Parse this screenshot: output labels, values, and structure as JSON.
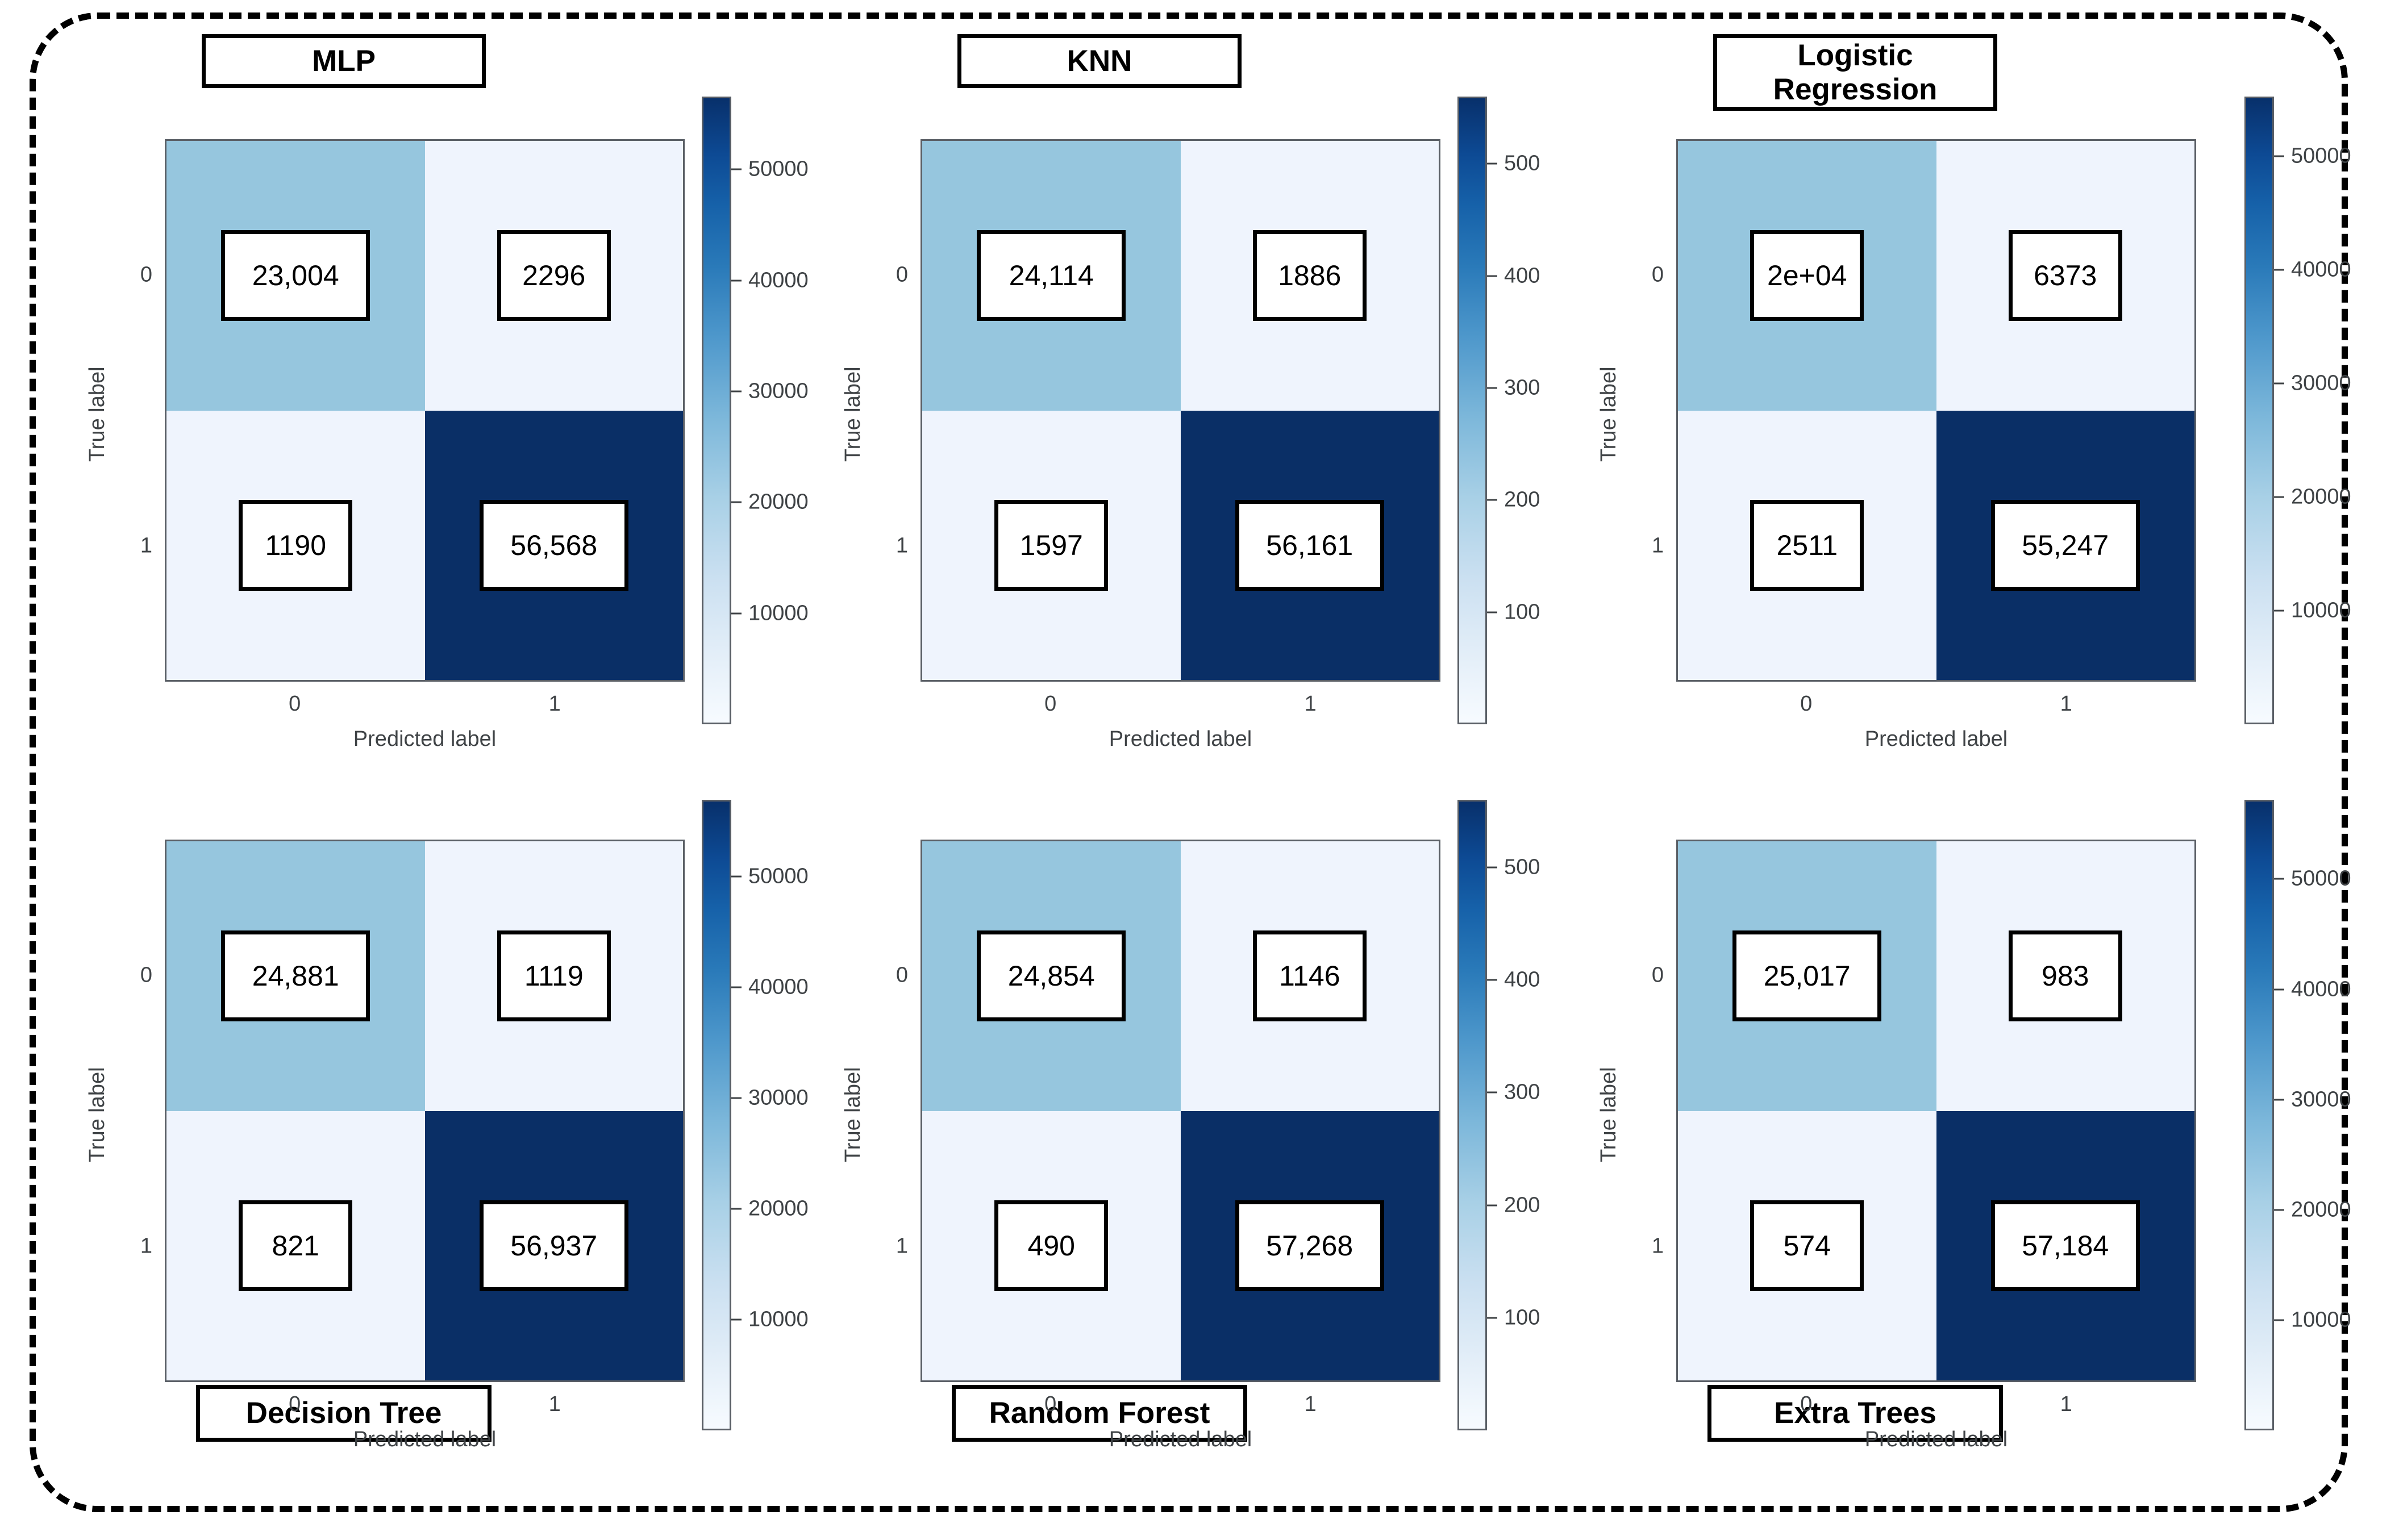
{
  "figure": {
    "axis_labels": {
      "x": "Predicted label",
      "y": "True label"
    },
    "class_ticks": [
      "0",
      "1"
    ],
    "colors": {
      "cell_true_negative": "#96c6de",
      "cell_off_diagonal": "#eff4fd",
      "cell_true_positive": "#0a2f66",
      "colormap_low": "#f7fbff",
      "colormap_high": "#08306b",
      "frame": "#000000",
      "tick_text": "#3f4346"
    }
  },
  "chart_data": [
    {
      "type": "heatmap",
      "title": "MLP",
      "title_position": "top",
      "xlabel": "Predicted label",
      "ylabel": "True label",
      "xticklabels": [
        "0",
        "1"
      ],
      "yticklabels": [
        "0",
        "1"
      ],
      "matrix": [
        [
          "23,004",
          "2296"
        ],
        [
          "1190",
          "56,568"
        ]
      ],
      "values": [
        [
          23004,
          2296
        ],
        [
          1190,
          56568
        ]
      ],
      "colorbar": {
        "ticks": [
          "10000",
          "20000",
          "30000",
          "40000",
          "50000"
        ],
        "tick_values": [
          10000,
          20000,
          30000,
          40000,
          50000
        ],
        "range": [
          0,
          56568
        ]
      }
    },
    {
      "type": "heatmap",
      "title": "KNN",
      "title_position": "top",
      "xlabel": "Predicted label",
      "ylabel": "True label",
      "xticklabels": [
        "0",
        "1"
      ],
      "yticklabels": [
        "0",
        "1"
      ],
      "matrix": [
        [
          "24,114",
          "1886"
        ],
        [
          "1597",
          "56,161"
        ]
      ],
      "values": [
        [
          24114,
          1886
        ],
        [
          1597,
          56161
        ]
      ],
      "colorbar": {
        "ticks": [
          "100",
          "200",
          "300",
          "400",
          "500"
        ],
        "tick_values": [
          100,
          200,
          300,
          400,
          500
        ],
        "range": [
          0,
          560
        ]
      }
    },
    {
      "type": "heatmap",
      "title": "Logistic\nRegression",
      "title_position": "top",
      "xlabel": "Predicted label",
      "ylabel": "True label",
      "xticklabels": [
        "0",
        "1"
      ],
      "yticklabels": [
        "0",
        "1"
      ],
      "matrix": [
        [
          "2e+04",
          "6373"
        ],
        [
          "2511",
          "55,247"
        ]
      ],
      "values": [
        [
          19627,
          6373
        ],
        [
          2511,
          55247
        ]
      ],
      "colorbar": {
        "ticks": [
          "10000",
          "20000",
          "30000",
          "40000",
          "50000"
        ],
        "tick_values": [
          10000,
          20000,
          30000,
          40000,
          50000
        ],
        "range": [
          0,
          55247
        ]
      }
    },
    {
      "type": "heatmap",
      "title": "Decision Tree",
      "title_position": "bottom",
      "xlabel": "Predicted label",
      "ylabel": "True label",
      "xticklabels": [
        "0",
        "1"
      ],
      "yticklabels": [
        "0",
        "1"
      ],
      "matrix": [
        [
          "24,881",
          "1119"
        ],
        [
          "821",
          "56,937"
        ]
      ],
      "values": [
        [
          24881,
          1119
        ],
        [
          821,
          56937
        ]
      ],
      "colorbar": {
        "ticks": [
          "10000",
          "20000",
          "30000",
          "40000",
          "50000"
        ],
        "tick_values": [
          10000,
          20000,
          30000,
          40000,
          50000
        ],
        "range": [
          0,
          56937
        ]
      }
    },
    {
      "type": "heatmap",
      "title": "Random Forest",
      "title_position": "bottom",
      "xlabel": "Predicted label",
      "ylabel": "True label",
      "xticklabels": [
        "0",
        "1"
      ],
      "yticklabels": [
        "0",
        "1"
      ],
      "matrix": [
        [
          "24,854",
          "1146"
        ],
        [
          "490",
          "57,268"
        ]
      ],
      "values": [
        [
          24854,
          1146
        ],
        [
          490,
          57268
        ]
      ],
      "colorbar": {
        "ticks": [
          "100",
          "200",
          "300",
          "400",
          "500"
        ],
        "tick_values": [
          100,
          200,
          300,
          400,
          500
        ],
        "range": [
          0,
          560
        ]
      }
    },
    {
      "type": "heatmap",
      "title": "Extra Trees",
      "title_position": "bottom",
      "xlabel": "Predicted label",
      "ylabel": "True label",
      "xticklabels": [
        "0",
        "1"
      ],
      "yticklabels": [
        "0",
        "1"
      ],
      "matrix": [
        [
          "25,017",
          "983"
        ],
        [
          "574",
          "57,184"
        ]
      ],
      "values": [
        [
          25017,
          983
        ],
        [
          574,
          57184
        ]
      ],
      "colorbar": {
        "ticks": [
          "10000",
          "20000",
          "30000",
          "40000",
          "50000"
        ],
        "tick_values": [
          10000,
          20000,
          30000,
          40000,
          50000
        ],
        "range": [
          0,
          57184
        ]
      }
    }
  ]
}
